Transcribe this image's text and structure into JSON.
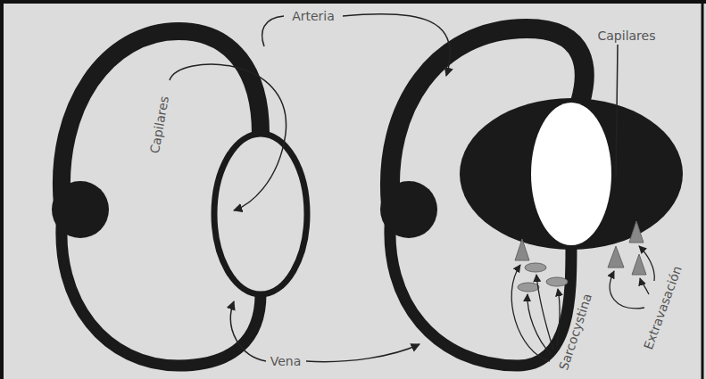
{
  "diagram": {
    "labels": [
      "Arteria",
      "Capilares",
      "Capilares",
      "Vena",
      "Sarcocystina",
      "Extravasación"
    ]
  }
}
